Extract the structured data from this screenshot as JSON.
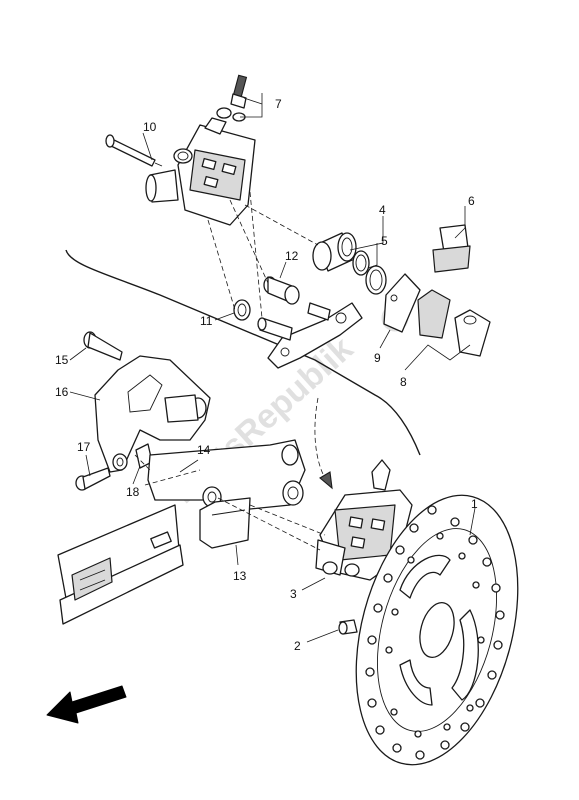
{
  "watermark": {
    "text": "PartsRepublik"
  },
  "callouts": {
    "c1": "1",
    "c2": "2",
    "c3": "3",
    "c4": "4",
    "c5": "5",
    "c6": "6",
    "c7": "7",
    "c8": "8",
    "c9": "9",
    "c10": "10",
    "c11": "11",
    "c12": "12",
    "c13": "13",
    "c14": "14",
    "c15": "15",
    "c16": "16",
    "c17": "17",
    "c18": "18"
  },
  "icons": {
    "direction_arrow": "front-direction-arrow-icon"
  }
}
